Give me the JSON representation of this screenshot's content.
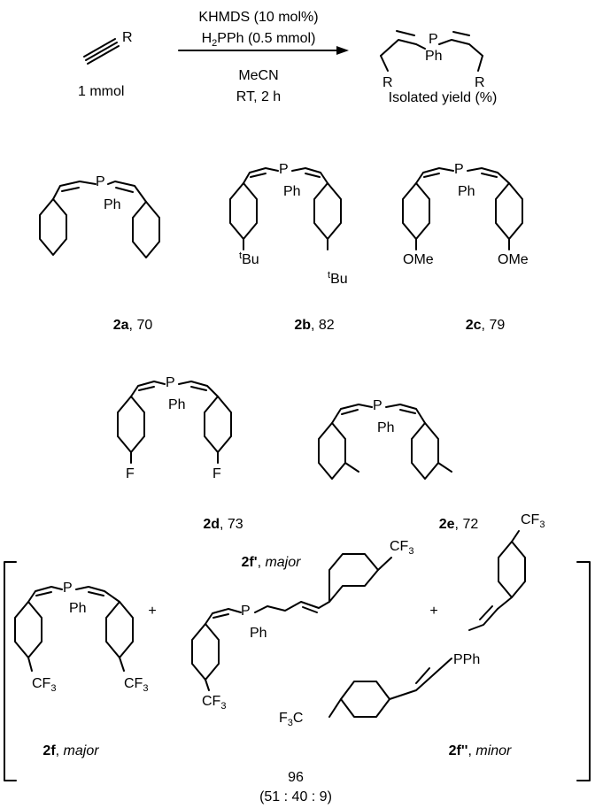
{
  "reaction": {
    "reagent_1": "KHMDS (10 mol%)",
    "reagent_2": "H2PPh (0.5 mmol)",
    "solvent": "MeCN",
    "conditions": "RT, 2 h",
    "substrate_amount": "1 mmol",
    "product_caption": "Isolated yield (%)",
    "r_label": "R",
    "ph_label": "Ph",
    "p_label": "P"
  },
  "compounds": [
    {
      "id": "2a",
      "yield": "70"
    },
    {
      "id": "2b",
      "yield": "82",
      "substituent": "Bu",
      "substituent_sup": "t"
    },
    {
      "id": "2c",
      "yield": "79",
      "substituent": "OMe"
    },
    {
      "id": "2d",
      "yield": "73",
      "substituent": "F"
    },
    {
      "id": "2e",
      "yield": "72"
    }
  ],
  "mixture": {
    "f": {
      "id": "2f",
      "note": "major"
    },
    "f_prime": {
      "id": "2f'",
      "note": "major"
    },
    "f_dprime": {
      "id": "2f''",
      "note": "minor"
    },
    "cf3": "CF",
    "cf3_sub": "3",
    "f3c": "F",
    "f3c_sub": "3",
    "f3c_tail": "C",
    "pph": "PPh",
    "plus": "+",
    "combined_yield": "96",
    "ratio": "(51 : 40 : 9)"
  }
}
